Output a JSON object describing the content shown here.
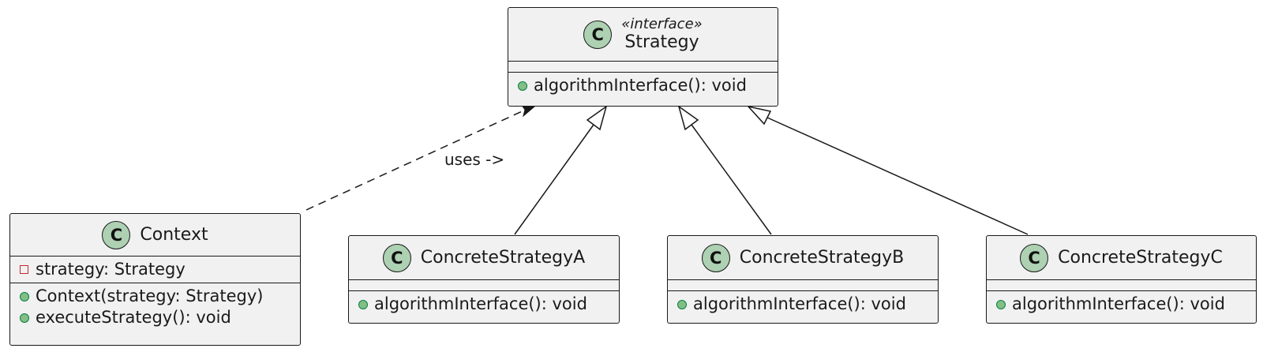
{
  "diagram": {
    "classes": {
      "strategy": {
        "stereotype": "«interface»",
        "name": "Strategy",
        "methods": [
          {
            "visibility": "public",
            "text": "algorithmInterface(): void"
          }
        ]
      },
      "context": {
        "name": "Context",
        "attributes": [
          {
            "visibility": "private",
            "text": "strategy: Strategy"
          }
        ],
        "methods": [
          {
            "visibility": "public",
            "text": "Context(strategy: Strategy)"
          },
          {
            "visibility": "public",
            "text": "executeStrategy(): void"
          }
        ]
      },
      "concrete_a": {
        "name": "ConcreteStrategyA",
        "methods": [
          {
            "visibility": "public",
            "text": "algorithmInterface(): void"
          }
        ]
      },
      "concrete_b": {
        "name": "ConcreteStrategyB",
        "methods": [
          {
            "visibility": "public",
            "text": "algorithmInterface(): void"
          }
        ]
      },
      "concrete_c": {
        "name": "ConcreteStrategyC",
        "methods": [
          {
            "visibility": "public",
            "text": "algorithmInterface(): void"
          }
        ]
      }
    },
    "class_icon_letter": "C",
    "relations": [
      {
        "from": "context",
        "to": "strategy",
        "kind": "dependency",
        "label": "uses ->"
      },
      {
        "from": "concrete_a",
        "to": "strategy",
        "kind": "realization"
      },
      {
        "from": "concrete_b",
        "to": "strategy",
        "kind": "realization"
      },
      {
        "from": "concrete_c",
        "to": "strategy",
        "kind": "realization"
      }
    ],
    "colors": {
      "class_fill": "#f1f1f1",
      "class_icon": "#add1b2",
      "public_marker": "#84be84",
      "private_marker": "#c82930",
      "line": "#181818"
    }
  }
}
